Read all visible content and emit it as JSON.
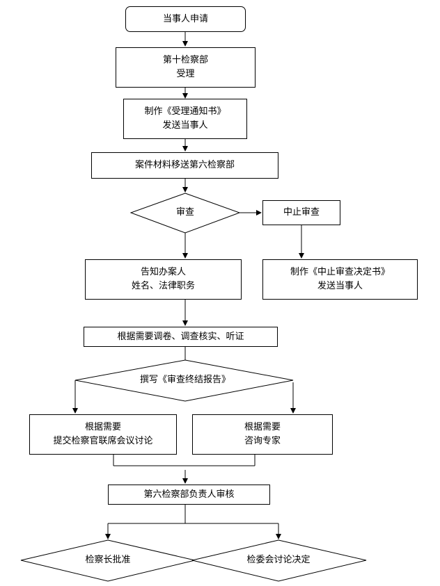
{
  "nodes": {
    "applicant_request": "当事人申请",
    "dept10_accept": [
      "第十检察部",
      "受理"
    ],
    "make_notice": [
      "制作《受理通知书》",
      "发送当事人"
    ],
    "transfer_materials": "案件材料移送第六检察部",
    "review": "审查",
    "suspend_review": "中止审查",
    "suspend_decision": [
      "制作《中止审查决定书》",
      "发送当事人"
    ],
    "inform_handler": [
      "告知办案人",
      "姓名、法律职务"
    ],
    "investigate": "根据需要调卷、调查核实、听证",
    "write_report": "撰写《审查终结报告》",
    "joint_meeting": [
      "根据需要",
      "提交检察官联席会议讨论"
    ],
    "consult_experts": [
      "根据需要",
      "咨询专家"
    ],
    "dept6_head_review": "第六检察部负责人审核",
    "chief_approve": "检察长批准",
    "committee_decide": "检委会讨论决定"
  }
}
